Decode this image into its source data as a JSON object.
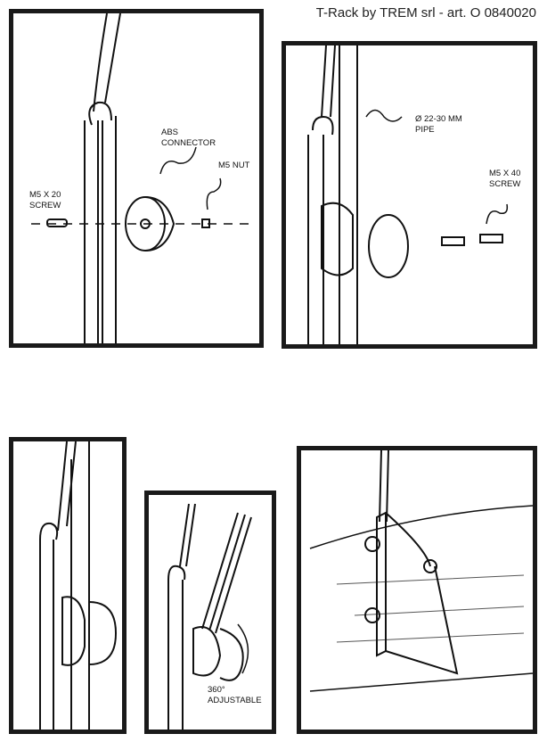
{
  "header": {
    "title": "T-Rack by TREM srl - art. O 0840020"
  },
  "panel1": {
    "abs_connector": [
      "ABS",
      "CONNECTOR"
    ],
    "nut": "M5 NUT",
    "screw": [
      "M5 X 20",
      "SCREW"
    ]
  },
  "panel2": {
    "pipe": [
      "Ø 22-30 MM",
      "PIPE"
    ],
    "screw": [
      "M5 X 40",
      "SCREW"
    ]
  },
  "panel4": {
    "adjustable": [
      "360°",
      "ADJUSTABLE"
    ]
  }
}
